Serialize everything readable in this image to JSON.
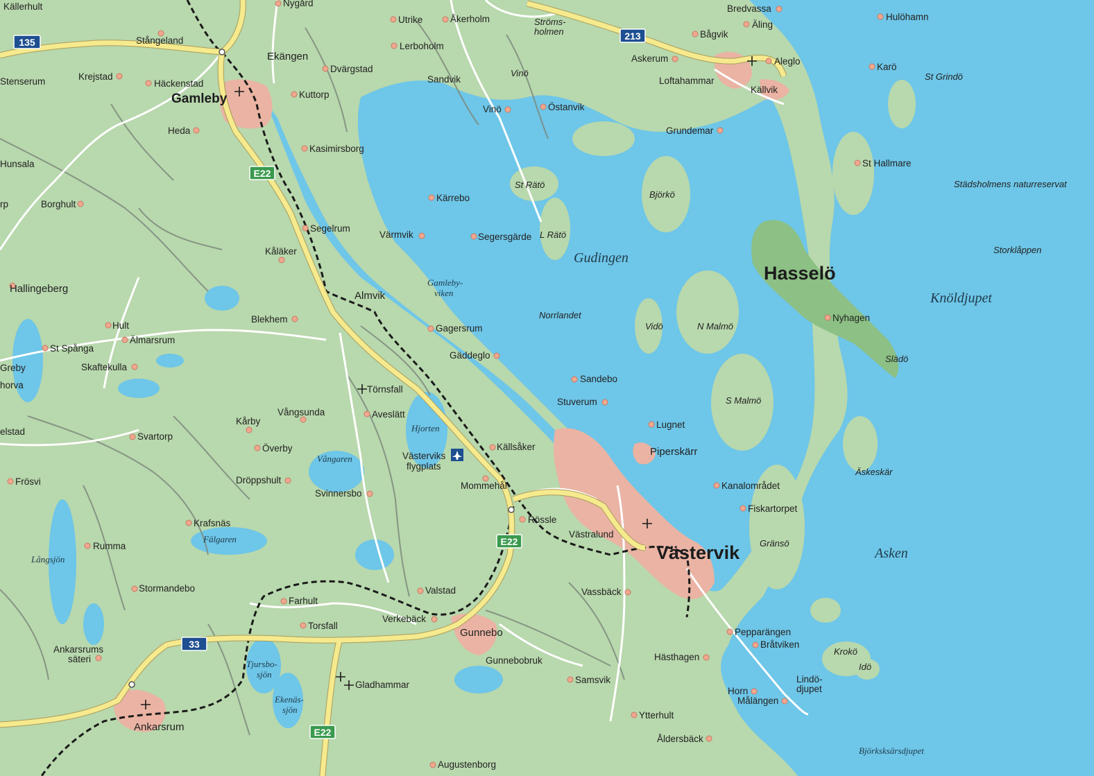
{
  "map": {
    "colors": {
      "land": "#b8d8ad",
      "water": "#6ec6e8",
      "urban": "#eab3a3",
      "nature_reserve": "#8cc084",
      "primary_road": "#f6ea8e",
      "minor_road": "#ffffff",
      "terrain_line": "#7d8a7d",
      "railway": "#1a1a1a",
      "settlement_dot": "#f0a88f",
      "route_shield_blue": "#1d4f91",
      "route_shield_green": "#3a9a4e"
    },
    "route_shields": [
      {
        "label": "135",
        "kind": "national"
      },
      {
        "label": "213",
        "kind": "national"
      },
      {
        "label": "E22",
        "kind": "european"
      },
      {
        "label": "E22",
        "kind": "european"
      },
      {
        "label": "E22",
        "kind": "european"
      },
      {
        "label": "33",
        "kind": "national"
      }
    ],
    "major_towns": [
      "Gamleby",
      "Västervik",
      "Gunnebo",
      "Ankarsrum"
    ],
    "big_island": "Hasselö",
    "airport": {
      "line1": "Västerviks",
      "line2": "flygplats"
    },
    "places": [
      "Källerhult",
      "Nygård",
      "Utrike",
      "Åkerholm",
      "Stångeland",
      "Ekängen",
      "Lerboholm",
      "Krejstad",
      "Häckenstad",
      "Stenserum",
      "Dvärgstad",
      "Kuttorp",
      "Heda",
      "Kasimirsborg",
      "Hunsala",
      "Borghult",
      "Kärrebo",
      "Segelrum",
      "Värmvik",
      "Segersgärde",
      "Kåläker",
      "Hallingeberg",
      "Almvik",
      "Blekhem",
      "Hult",
      "Älmarsrum",
      "St Spånga",
      "Skaftekulla",
      "Gagersrum",
      "Gäddeglo",
      "Törnsfall",
      "Aveslätt",
      "Vångsunda",
      "Kårby",
      "Svartorp",
      "Överby",
      "Källsåker",
      "Dröppshult",
      "Svinnersbo",
      "Mommehål",
      "Frösvi",
      "Krafsnäs",
      "Rössle",
      "Västralund",
      "Rumma",
      "Stormandebo",
      "Valstad",
      "Farhult",
      "Verkebäck",
      "Torsfall",
      "Gunnebobruk",
      "Gladhammar",
      "Samsvik",
      "Augustenborg",
      "Sandvik",
      "Vinö",
      "Östanvik",
      "Askerum",
      "Bågvik",
      "Bredvassa",
      "Aleglo",
      "Loftahammar",
      "Källvik",
      "Grundemar",
      "Äling",
      "Hulöhamn",
      "Karö",
      "St Hallmare",
      "Sandebo",
      "Stuverum",
      "Lugnet",
      "Piperskärr",
      "Kanalområdet",
      "Fiskartorpet",
      "Vassbäck",
      "Pepparängen",
      "Bråtviken",
      "Hästhagen",
      "Horn",
      "Målängen",
      "Ytterhult",
      "Åldersbäck",
      "Nyhagen",
      "Greby",
      "horva",
      "elstad",
      "rp"
    ],
    "split_places": [
      {
        "line1": "Ankarsrums",
        "line2": "säteri"
      },
      {
        "line1": "Lindö-",
        "line2": "djupet"
      }
    ],
    "islands": [
      "Strömsholmen",
      "Vinö",
      "St Rätö",
      "L Rätö",
      "Björkö",
      "Norrlandet",
      "Vidö",
      "N Malmö",
      "S Malmö",
      "Gränsö",
      "Krokö",
      "Idö",
      "Slädö",
      "St Grindö",
      "Äskeskär",
      "Storklåppen"
    ],
    "split_islands": [
      {
        "line1": "Ströms-",
        "line2": "holmen"
      }
    ],
    "waters": [
      "Hjorten",
      "Vångaren",
      "Fälgaren",
      "Långsjön",
      "Tjursbo-",
      "sjön",
      "Ekenäs-",
      "sjön",
      "Gamleby-",
      "viken",
      "Björksksärsdjupet",
      "Städsholmens naturreservat"
    ],
    "big_waters": [
      "Gudingen",
      "Knöldjupet",
      "Asken"
    ]
  }
}
